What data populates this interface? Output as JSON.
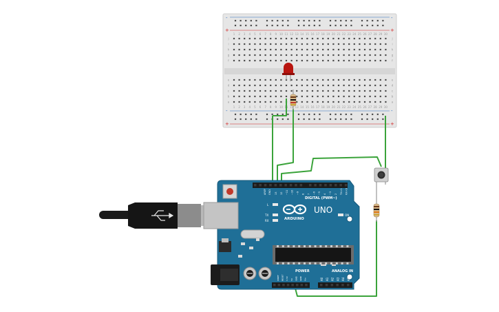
{
  "board": {
    "logo_text": "ARDUINO",
    "model": "UNO",
    "digital_label": "DIGITAL (PWM~)",
    "power_label": "POWER",
    "analog_label": "ANALOG IN",
    "on_label": "ON",
    "tx_label": "TX",
    "rx_label": "RX",
    "l_label": "L",
    "aref_label": "AREF",
    "gnd_label": "GND",
    "digital_pins": [
      "13",
      "12",
      "~11",
      "~10",
      "~9",
      "8",
      "7",
      "~6",
      "~5",
      "4",
      "~3",
      "2",
      "TX>1",
      "RX<0"
    ],
    "power_pins": [
      "IOREF",
      "RESET",
      "3.3V",
      "5V",
      "GND",
      "GND",
      "Vin"
    ],
    "analog_pins": [
      "A0",
      "A1",
      "A2",
      "A3",
      "A4",
      "A5"
    ]
  },
  "breadboard": {
    "row_letters_top": [
      "j",
      "i",
      "h",
      "g",
      "f"
    ],
    "row_letters_bottom": [
      "e",
      "d",
      "c",
      "b",
      "a"
    ],
    "column_count": 30,
    "rail_minus": "-",
    "rail_plus": "+"
  },
  "components": {
    "led_color": "#b8150f",
    "wire_color": "#3aa33a",
    "board_color": "#1f6f97"
  }
}
